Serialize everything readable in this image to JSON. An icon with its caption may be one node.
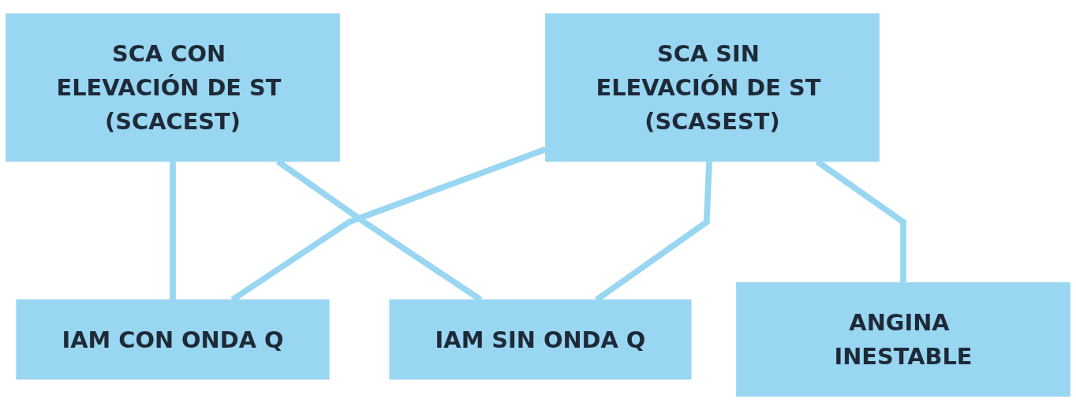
{
  "diagram": {
    "nodes": [
      {
        "text": [
          "SCA CON ELEVACIÓN DE ST (SCACEST)"
        ]
      },
      {
        "text": [
          "SCA SIN ELEVACIÓN DE ST (SCASEST)"
        ]
      },
      {
        "text": [
          "IAM CON ONDA Q"
        ]
      },
      {
        "text": [
          "IAM SIN ONDA Q"
        ]
      },
      {
        "text": [
          "ANGINA INESTABLE"
        ]
      }
    ],
    "edges": [
      {
        "from": 0,
        "to": 2,
        "arrow": "none"
      },
      {
        "from": 0,
        "to": 3,
        "arrow": "none"
      },
      {
        "from": 1,
        "to": 2,
        "arrow": "none"
      },
      {
        "from": 1,
        "to": 3,
        "arrow": "none"
      },
      {
        "from": 1,
        "to": 4,
        "arrow": "none"
      }
    ]
  }
}
